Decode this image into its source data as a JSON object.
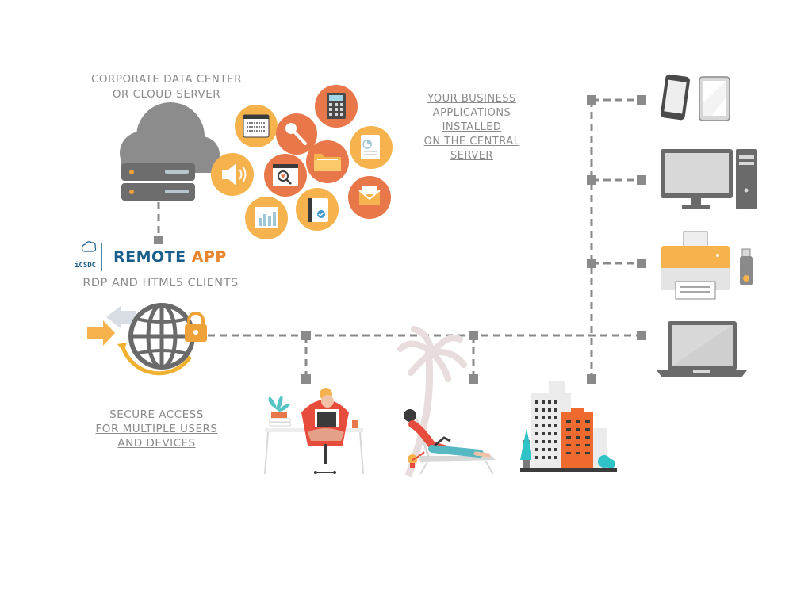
{
  "labels": {
    "data_center": [
      "CORPORATE DATA CENTER",
      "OR CLOUD SERVER"
    ],
    "business_apps": [
      "YOUR BUSINESS",
      "APPLICATIONS",
      "INSTALLED",
      "ON THE CENTRAL",
      "SERVER"
    ],
    "clients": "RDP AND HTML5 CLIENTS",
    "secure_access": [
      "SECURE ACCESS",
      "FOR MULTIPLE USERS",
      "AND DEVICES"
    ]
  },
  "brand": {
    "logo_text": "iCSDC",
    "name_part1": "REMOTE",
    "name_part2": "APP"
  },
  "app_icons": [
    "binary-code-icon",
    "calculator-icon",
    "microphone-icon",
    "document-chart-icon",
    "speaker-icon",
    "search-heart-icon",
    "folder-icon",
    "email-icon",
    "bar-chart-icon",
    "checklist-book-icon"
  ],
  "devices": [
    "phone-tablet-icon",
    "desktop-computer-icon",
    "printer-usb-icon",
    "laptop-icon"
  ],
  "colors": {
    "text_gray": "#8a8a8a",
    "line_gray": "#8a8a8a",
    "icon_orange": "#e8774a",
    "icon_yellow": "#f6b34d",
    "brand_blue": "#1a5e8c",
    "brand_orange": "#e8842b"
  }
}
